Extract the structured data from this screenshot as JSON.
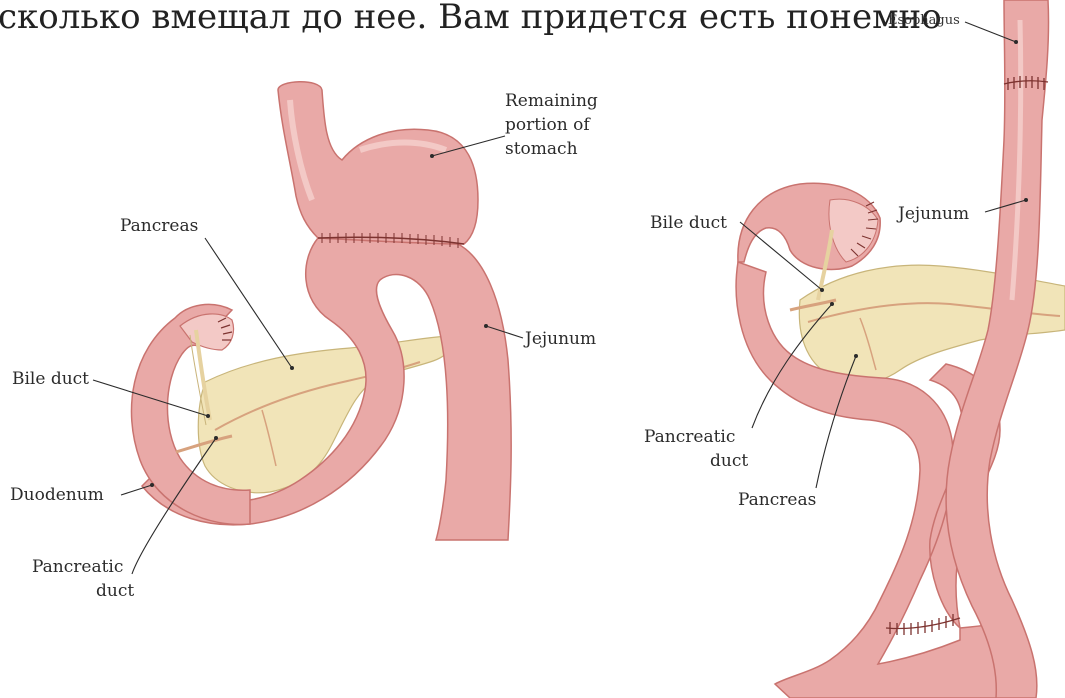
{
  "header_text": "сколько вмещал до нее. Вам придется есть понемно",
  "colors": {
    "intestine": "#e9a9a7",
    "intestine_dark": "#c9736f",
    "intestine_light": "#f3c9c6",
    "pancreas": "#f1e4b8",
    "pancreas_edge": "#c8b57a",
    "duct": "#d7a27e",
    "suture": "#7d3330"
  },
  "left_figure": {
    "labels": {
      "remaining_stomach": [
        "Remaining",
        "portion of",
        "stomach"
      ],
      "pancreas": "Pancreas",
      "jejunum": "Jejunum",
      "bile_duct": "Bile duct",
      "duodenum": "Duodenum",
      "pancreatic_duct": [
        "Pancreatic",
        "duct"
      ]
    }
  },
  "right_figure": {
    "labels": {
      "esophagus": "Esophagus",
      "bile_duct": "Bile duct",
      "jejunum": "Jejunum",
      "pancreatic_duct": [
        "Pancreatic",
        "duct"
      ],
      "pancreas": "Pancreas"
    }
  }
}
